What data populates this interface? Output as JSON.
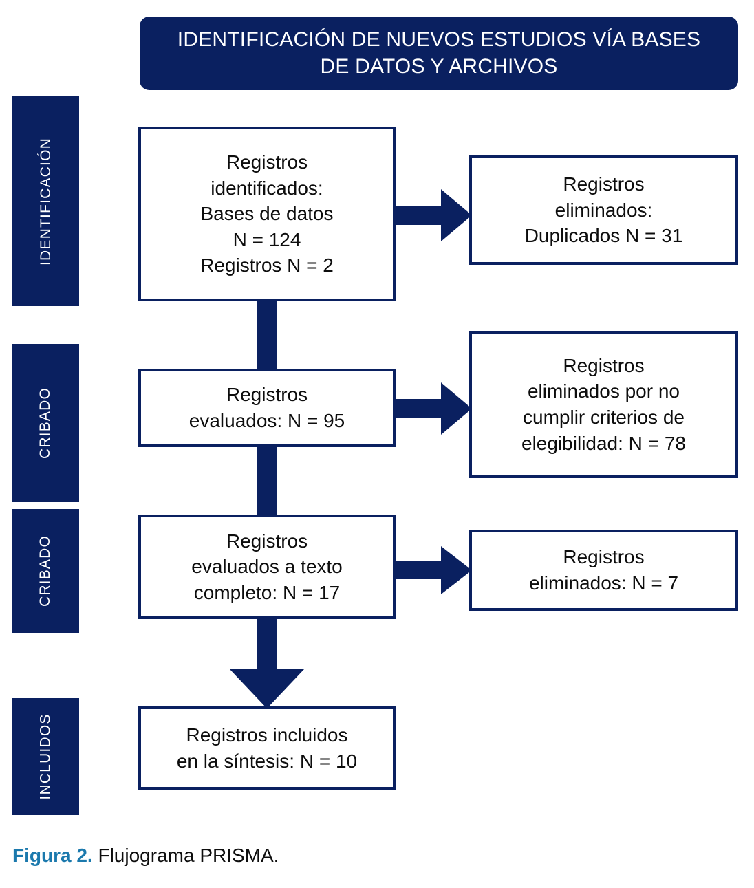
{
  "figure": {
    "banner_title": "IDENTIFICACIÓN DE NUEVOS ESTUDIOS VÍA BASES\nDE DATOS Y ARCHIVOS",
    "caption_label": "Figura 2.",
    "caption_text": " Flujograma PRISMA.",
    "colors": {
      "navy": "#0a2060",
      "caption_accent": "#1b79ad",
      "box_fill": "#ffffff",
      "text": "#0d0d0d",
      "banner_text": "#ffffff"
    }
  },
  "stages": [
    {
      "label": "IDENTIFICACIÓN"
    },
    {
      "label": "CRIBADO"
    },
    {
      "label": "CRIBADO"
    },
    {
      "label": "INCLUIDOS"
    }
  ],
  "boxes": {
    "identified": "Registros\nidentificados:\nBases de datos\nN = 124\nRegistros N = 2",
    "duplicates_removed": "Registros\neliminados:\nDuplicados N = 31",
    "screened": "Registros\nevaluados: N = 95",
    "excluded_criteria": "Registros\neliminados por no\ncumplir criterios de\nelegibilidad: N = 78",
    "fulltext_assessed": "Registros\nevaluados a texto\ncompleto: N = 17",
    "fulltext_excluded": "Registros\neliminados: N = 7",
    "included": "Registros incluidos\nen la síntesis: N = 10"
  },
  "chart_data": {
    "type": "diagram",
    "title": "IDENTIFICACIÓN DE NUEVOS ESTUDIOS VÍA BASES DE DATOS Y ARCHIVOS",
    "nodes": [
      {
        "id": "identified",
        "stage": "IDENTIFICACIÓN",
        "column": "left",
        "label": "Registros identificados: Bases de datos N = 124 Registros N = 2",
        "values": {
          "Bases de datos": 124,
          "Registros": 2
        }
      },
      {
        "id": "duplicates_removed",
        "stage": "IDENTIFICACIÓN",
        "column": "right",
        "label": "Registros eliminados: Duplicados N = 31",
        "values": {
          "Duplicados": 31
        }
      },
      {
        "id": "screened",
        "stage": "CRIBADO",
        "column": "left",
        "label": "Registros evaluados: N = 95",
        "values": {
          "N": 95
        }
      },
      {
        "id": "excluded_criteria",
        "stage": "CRIBADO",
        "column": "right",
        "label": "Registros eliminados por no cumplir criterios de elegibilidad: N = 78",
        "values": {
          "N": 78
        }
      },
      {
        "id": "fulltext_assessed",
        "stage": "CRIBADO",
        "column": "left",
        "label": "Registros evaluados a texto completo: N = 17",
        "values": {
          "N": 17
        }
      },
      {
        "id": "fulltext_excluded",
        "stage": "CRIBADO",
        "column": "right",
        "label": "Registros eliminados: N = 7",
        "values": {
          "N": 7
        }
      },
      {
        "id": "included",
        "stage": "INCLUIDOS",
        "column": "left",
        "label": "Registros incluidos en la síntesis: N = 10",
        "values": {
          "N": 10
        }
      }
    ],
    "edges": [
      {
        "from": "identified",
        "to": "duplicates_removed",
        "direction": "right"
      },
      {
        "from": "identified",
        "to": "screened",
        "direction": "down"
      },
      {
        "from": "screened",
        "to": "excluded_criteria",
        "direction": "right"
      },
      {
        "from": "screened",
        "to": "fulltext_assessed",
        "direction": "down"
      },
      {
        "from": "fulltext_assessed",
        "to": "fulltext_excluded",
        "direction": "right"
      },
      {
        "from": "fulltext_assessed",
        "to": "included",
        "direction": "down"
      }
    ]
  }
}
